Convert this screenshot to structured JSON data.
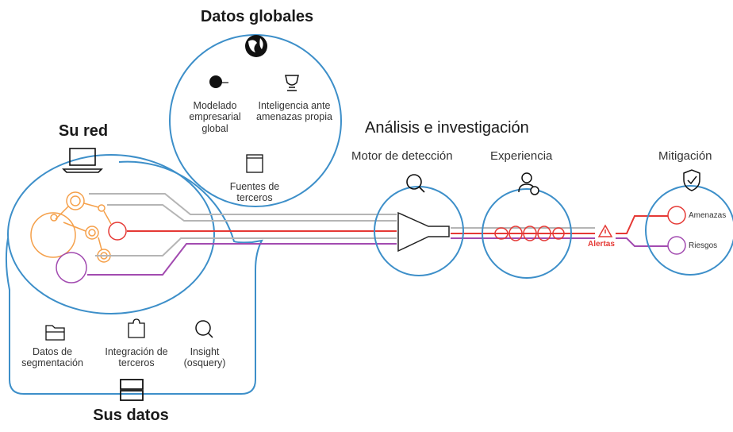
{
  "global_data": {
    "title": "Datos globales",
    "items": [
      {
        "label": "Modelado empresarial global",
        "icon": "globe-share-icon"
      },
      {
        "label": "Inteligencia ante amenazas propia",
        "icon": "trophy-icon"
      },
      {
        "label": "Fuentes de terceros",
        "icon": "puzzle-window-icon"
      }
    ]
  },
  "network": {
    "title": "Su red",
    "icon": "laptop-icon"
  },
  "your_data": {
    "title": "Sus datos",
    "items": [
      {
        "label": "Datos de segmentación",
        "icon": "folder-icon"
      },
      {
        "label": "Integración de terceros",
        "icon": "puzzle-icon"
      },
      {
        "label": "Insight (osquery)",
        "icon": "search-data-icon"
      }
    ]
  },
  "analysis": {
    "title": "Análisis e investigación",
    "engine": "Motor de detección",
    "experience": "Experiencia",
    "alerts": "Alertas"
  },
  "mitigation": {
    "title": "Mitigación",
    "threats": "Amenazas",
    "risks": "Riesgos"
  },
  "colors": {
    "circle": "#3d8fc9",
    "threat": "#e53935",
    "risk": "#a24bb0",
    "neutral": "#b5b5b5",
    "node": "#f5a04a"
  }
}
